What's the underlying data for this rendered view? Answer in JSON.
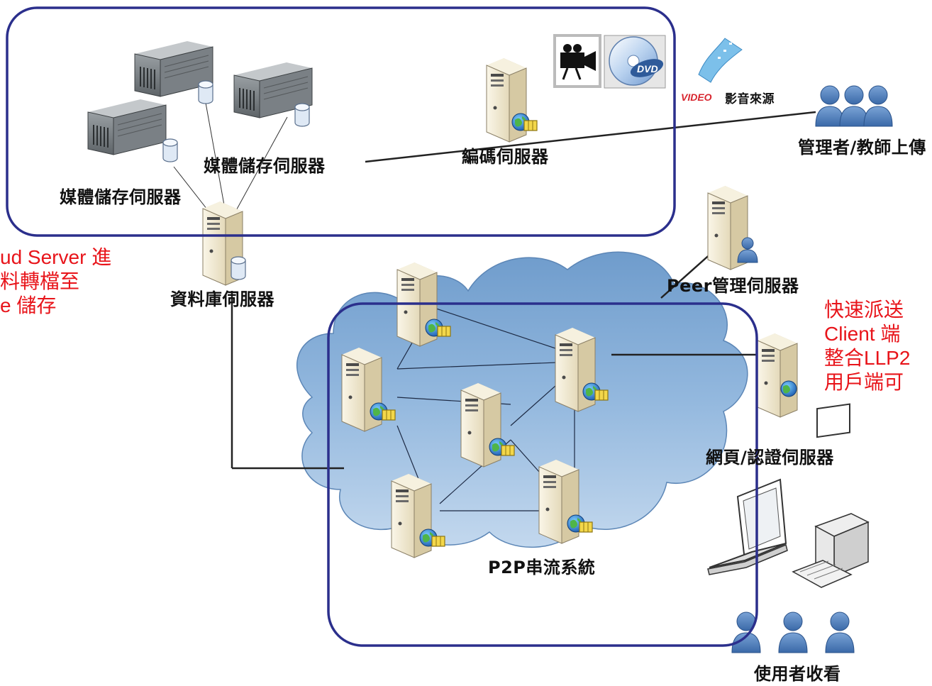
{
  "labels": {
    "media_storage_upper": "媒體儲存伺服器",
    "media_storage_lower": "媒體儲存伺服器",
    "encoding_server": "編碼伺服器",
    "video_source": "影音來源",
    "video_logo": "VIDEO",
    "dvd_logo": "DVD",
    "admin_upload": "管理者/教師上傳",
    "database_server": "資料庫伺服器",
    "peer_manager": "Peer管理伺服器",
    "web_auth_server": "網頁/認證伺服器",
    "p2p_system": "P2P串流系統",
    "users_watch": "使用者收看"
  },
  "annotations": {
    "left": [
      "ud Server 進",
      "料轉檔至",
      "e 儲存"
    ],
    "right": [
      "快速派送",
      "Client 端",
      "整合LLP2",
      "用戶端可"
    ]
  },
  "colors": {
    "frame": "#2b2f8c",
    "annotation": "#e8141a",
    "cloud": "#7ea7d2",
    "server": "#efe7cf",
    "user": "#4b79b8"
  }
}
